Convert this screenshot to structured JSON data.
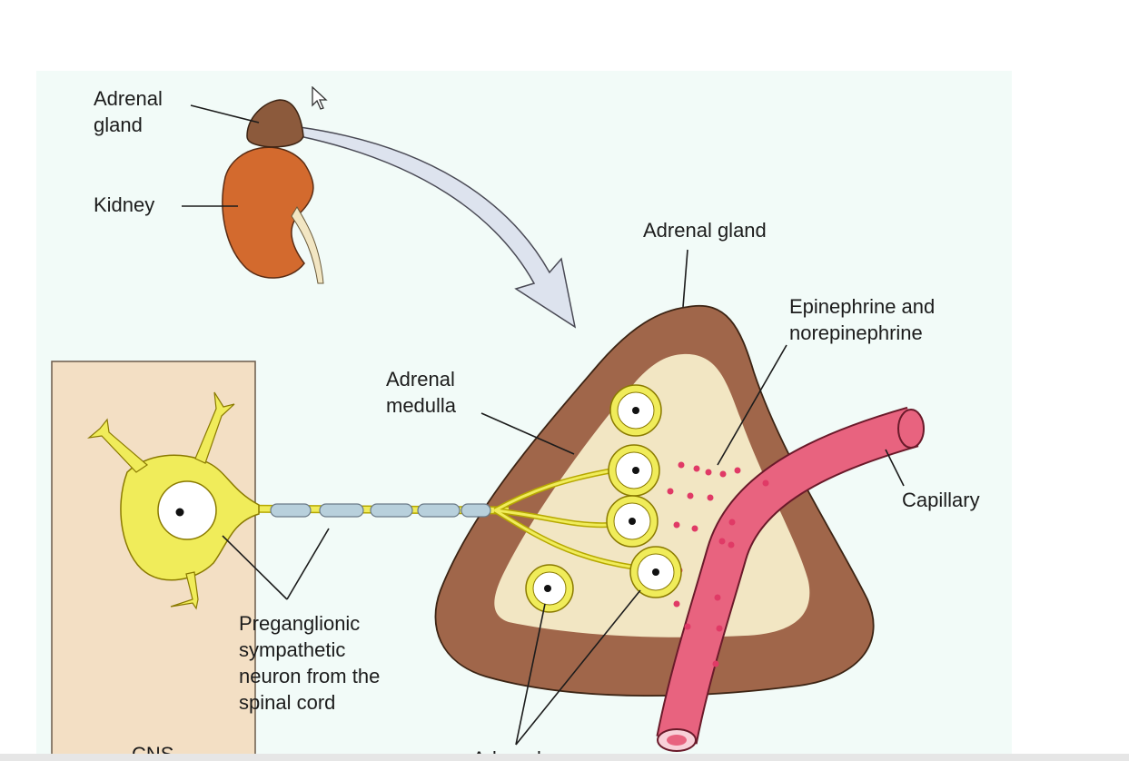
{
  "diagram": {
    "labels": {
      "adrenal_gland_small": [
        "Adrenal",
        "gland"
      ],
      "kidney": "Kidney",
      "adrenal_gland_large": "Adrenal gland",
      "epinephrine": [
        "Epinephrine and",
        "norepinephrine"
      ],
      "adrenal_medulla": [
        "Adrenal",
        "medulla"
      ],
      "capillary": "Capillary",
      "preganglionic": [
        "Preganglionic",
        "sympathetic",
        "neuron from the",
        "spinal cord"
      ],
      "cns": "CNS",
      "adrenal_bottom": "Adrenal"
    }
  },
  "colors": {
    "panel_bg": "#f2fbf8",
    "cns_bg": "#f3dfc4",
    "cortex": "#a0664a",
    "medulla": "#f2e6c3",
    "neuron": "#f0ec5a",
    "capillary": "#e8637f",
    "kidney": "#d36a2e",
    "arrow": "#dde3ee"
  },
  "icons": [
    "mouse-cursor-icon"
  ]
}
